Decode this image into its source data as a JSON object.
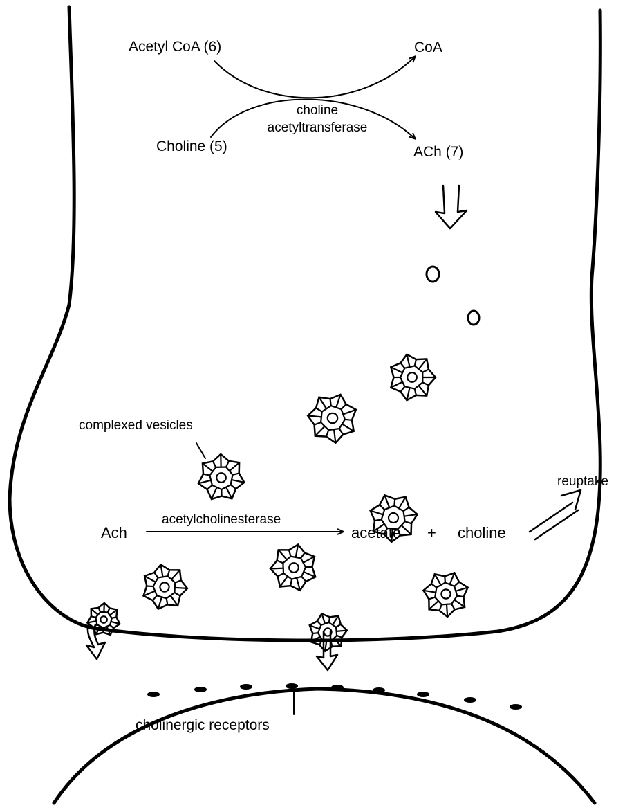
{
  "diagram": {
    "synthesis": {
      "acetyl_coa": "Acetyl CoA (6)",
      "coa": "CoA",
      "choline": "Choline (5)",
      "enzyme_line1": "choline",
      "enzyme_line2": "acetyltransferase",
      "ach": "ACh  (7)"
    },
    "vesicles_label": "complexed vesicles",
    "reuptake_label": "reuptake",
    "hydrolysis": {
      "substrate": "Ach",
      "enzyme": "acetylcholinesterase",
      "product1": "acetate",
      "plus": "+",
      "product2": "choline"
    },
    "receptors_label": "cholinergic receptors"
  }
}
